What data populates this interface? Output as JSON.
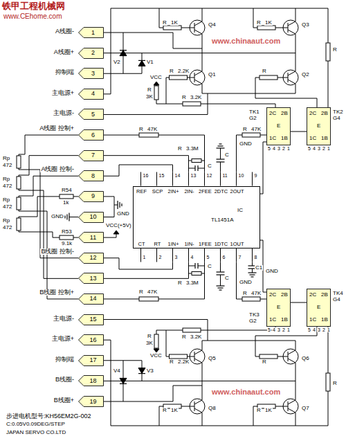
{
  "diagram": {
    "nodes": [
      {
        "text": [
          "1"
        ]
      },
      {
        "text": [
          "2"
        ]
      },
      {
        "text": [
          "3"
        ]
      },
      {
        "text": [
          "4"
        ]
      },
      {
        "text": [
          "5"
        ]
      },
      {
        "text": [
          "6"
        ]
      },
      {
        "text": [
          "7"
        ]
      },
      {
        "text": [
          "8"
        ]
      },
      {
        "text": [
          "9"
        ]
      },
      {
        "text": [
          "10"
        ]
      },
      {
        "text": [
          "11"
        ]
      },
      {
        "text": [
          "12"
        ]
      },
      {
        "text": [
          "13"
        ]
      },
      {
        "text": [
          "14"
        ]
      },
      {
        "text": [
          "15"
        ]
      },
      {
        "text": [
          "16"
        ]
      },
      {
        "text": [
          "17"
        ]
      },
      {
        "text": [
          "18"
        ]
      },
      {
        "text": [
          "19"
        ]
      },
      {
        "text": [
          "TK1 G2",
          "2C",
          "2B",
          "E",
          "1C",
          "1B"
        ]
      },
      {
        "text": [
          "TK2 G4",
          "2C",
          "2B",
          "E",
          "1C",
          "1B"
        ]
      },
      {
        "text": [
          "REF",
          "SCP",
          "2IN+",
          "2IN-",
          "2FEE",
          "2DTC",
          "2OUT",
          "IC",
          "TL1451A",
          "CT",
          "RT",
          "1IN+",
          "1IN-",
          "1FEE",
          "1DTC",
          "1OUT"
        ]
      },
      {
        "text": [
          "TK3 G2",
          "2C",
          "2B",
          "E",
          "1C",
          "1B"
        ]
      },
      {
        "text": [
          "TK4 G4",
          "2C",
          "2B",
          "E",
          "1C",
          "1B"
        ]
      }
    ],
    "edges": [
      {
        "from": 8,
        "to": 9,
        "arrow": "none"
      },
      {
        "from": 21,
        "to": 19,
        "arrow": "none"
      },
      {
        "from": 19,
        "to": 20,
        "arrow": "none"
      },
      {
        "from": 21,
        "to": 22,
        "arrow": "none"
      },
      {
        "from": 22,
        "to": 23,
        "arrow": "none"
      }
    ],
    "labels": [
      "铁甲工程机械网",
      "www.CEhome.com",
      "www.chinaaut.com",
      "A线圈-",
      "A线圈+",
      "抑制端",
      "主电源+",
      "主电源-",
      "A线圈 控制+",
      "A线圈 控制-",
      "R54",
      "1k",
      "GND",
      "R53",
      "9.1k",
      "VCC(+5V)",
      "GND",
      "B线圈 控制-",
      "B线圈 控制+",
      "主电源-",
      "主电源+",
      "抑制端",
      "B线圈-",
      "B线圈+",
      "Rp",
      "472",
      "Rp",
      "472",
      "Rp",
      "472",
      "Rp",
      "472",
      "16",
      "15",
      "14",
      "13",
      "12",
      "11",
      "10",
      "9",
      "1",
      "2",
      "3",
      "4",
      "5",
      "6",
      "7",
      "8",
      "R",
      "1K",
      "Q4",
      "R",
      "1K",
      "Q3",
      "V2",
      "V1",
      "VCC",
      "R",
      "3K",
      "R",
      "2.2K",
      "Q1",
      "R",
      "Q2",
      "R",
      "R",
      "3.2K",
      "R",
      "47K",
      "R",
      "47K",
      "GND",
      "R",
      "3.3M",
      "C",
      "C",
      "5",
      "4",
      "3",
      "2",
      "1",
      "5",
      "4",
      "3",
      "2",
      "1",
      "5",
      "4",
      "3",
      "2",
      "1",
      "5",
      "4",
      "3",
      "2",
      "1",
      "R",
      "47K",
      "R",
      "47K",
      "C1",
      "GND",
      "C",
      "C",
      "GND",
      "R",
      "3.3M",
      "R",
      "3.2K",
      "R",
      "3K",
      "VCC",
      "Q5",
      "R",
      "2.2K",
      "R",
      "Q6",
      "V4",
      "V3",
      "R",
      "Q8",
      "R",
      "1K",
      "R",
      "1K",
      "Q7",
      "步进电机型号:KH56EM2G-002",
      "C:0.05V0.09DEG/STEP",
      "JAPAN SERVO CO.LTD",
      "www.chinaaut.com"
    ]
  }
}
